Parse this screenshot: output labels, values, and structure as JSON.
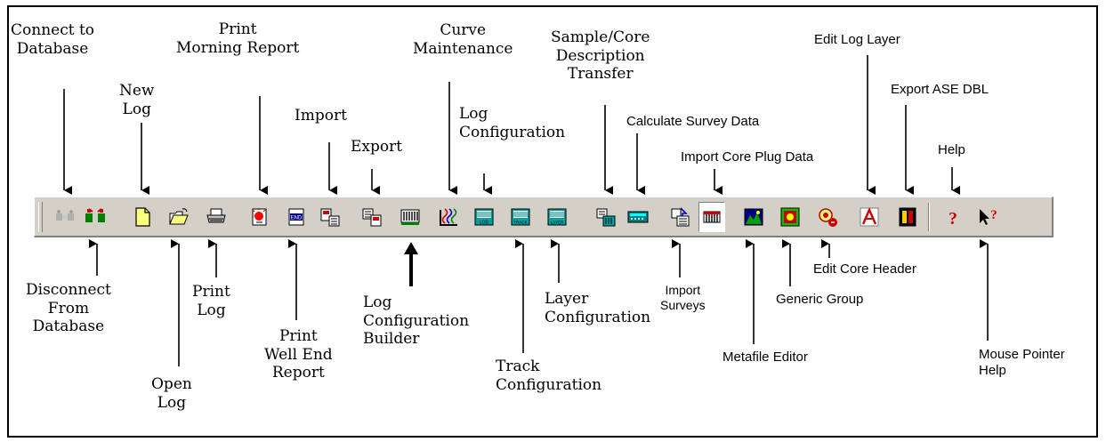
{
  "labels": {
    "connect": [
      "Connect to",
      "Database"
    ],
    "disconnect": [
      "Disconnect",
      "From",
      "Database"
    ],
    "new_log": [
      "New",
      "Log"
    ],
    "open_log": [
      "Open",
      "Log"
    ],
    "print_log": [
      "Print",
      "Log"
    ],
    "print_morning": [
      "Print",
      "Morning Report"
    ],
    "print_well_end": [
      "Print",
      "Well End",
      "Report"
    ],
    "import": [
      "Import"
    ],
    "export": [
      "Export"
    ],
    "log_config_builder": [
      "Log",
      "Configuration",
      "Builder"
    ],
    "curve_maintenance": [
      "Curve",
      "Maintenance"
    ],
    "log_configuration": [
      "Log",
      "Configuration"
    ],
    "track_configuration": [
      "Track",
      "Configuration"
    ],
    "layer_configuration": [
      "Layer",
      "Configuration"
    ],
    "sample_core": [
      "Sample/Core",
      "Description",
      "Transfer"
    ],
    "calculate_survey": [
      "Calculate Survey Data"
    ],
    "import_surveys": [
      "Import",
      "Surveys"
    ],
    "import_core_plug": [
      "Import Core Plug Data"
    ],
    "metafile_editor": [
      "Metafile Editor"
    ],
    "generic_group": [
      "Generic Group"
    ],
    "edit_core_header": [
      "Edit Core Header"
    ],
    "edit_log_layer": [
      "Edit Log Layer"
    ],
    "export_ase_dbl": [
      "Export ASE DBL"
    ],
    "help": [
      "Help"
    ],
    "mouse_pointer_help": [
      "Mouse Pointer",
      "Help"
    ]
  },
  "icons": {
    "connect": "connect-database-icon",
    "disconnect": "disconnect-database-icon",
    "new_log": "new-document-icon",
    "open_log": "open-folder-icon",
    "print_log": "printer-icon",
    "print_morning": "print-morning-report-icon",
    "print_well_end": "print-well-end-report-icon",
    "import": "import-icon",
    "export": "export-icon",
    "log_config_builder": "log-config-builder-icon",
    "curve_maintenance": "curve-maintenance-icon",
    "log_configuration": "log-configuration-icon",
    "track_configuration": "track-configuration-icon",
    "layer_configuration": "layer-configuration-icon",
    "sample_core": "sample-core-transfer-icon",
    "calculate_survey": "calculate-survey-icon",
    "import_surveys": "import-surveys-icon",
    "import_core_plug": "import-core-plug-icon",
    "metafile_editor": "metafile-editor-icon",
    "generic_group": "generic-group-icon",
    "edit_core_header": "edit-core-header-icon",
    "edit_log_layer": "edit-log-layer-icon",
    "export_ase_dbl": "export-ase-dbl-icon",
    "help": "question-mark-icon",
    "mouse_pointer_help": "pointer-help-icon"
  },
  "icon_text": {
    "log": "LOG",
    "track": "TRACK",
    "layer": "LAYER",
    "end": "END"
  },
  "colors": {
    "toolbar": "#d4d0c8",
    "accent_red": "#cc0000",
    "accent_blue": "#000080",
    "accent_teal": "#008080"
  }
}
